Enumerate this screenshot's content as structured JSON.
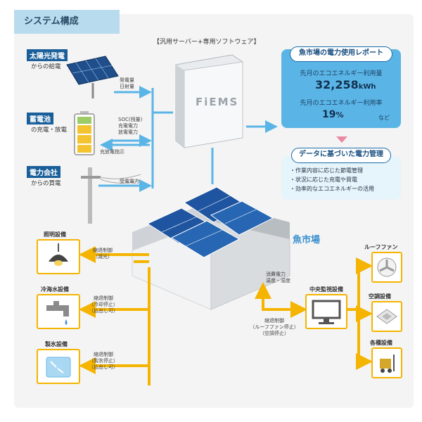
{
  "title": "システム構成",
  "server": {
    "caption": "【汎用サーバー+専用ソフトウェア】",
    "logo": "FiEMS"
  },
  "sources": {
    "solar": {
      "title": "太陽光発電",
      "subtitle": "からの給電",
      "flow_label": "発電量\n日射量"
    },
    "battery": {
      "title": "蓄電池",
      "subtitle": "の充電・放電",
      "flow_label": "SOC(残量)\n充電電力\n放電電力",
      "command_label": "充放電指示"
    },
    "grid": {
      "title": "電力会社",
      "subtitle": "からの買電",
      "flow_label": "受電電力"
    }
  },
  "report": {
    "title": "魚市場の電力使用レポート",
    "usage_label": "先月のエコエネルギー利用量",
    "usage_value": "32,258",
    "usage_unit": "kWh",
    "rate_label": "先月のエコエネルギー利用率",
    "rate_value": "19",
    "rate_unit": "%",
    "rate_suffix": "など"
  },
  "management": {
    "title": "データに基づいた電力管理",
    "items": [
      "・作業内容に応じた節電管理",
      "・状況に応じた充電や買電",
      "・効率的なエコエネルギーの活用"
    ]
  },
  "market_label": "魚市場",
  "facilities_left": [
    {
      "name": "照明設備",
      "control": "縮退制御\n（減光）",
      "icon": "lamp-icon"
    },
    {
      "name": "冷海水設備",
      "control": "縮退制御\n（冷却停止）\n（払出し可）",
      "icon": "faucet-icon"
    },
    {
      "name": "製氷設備",
      "control": "縮退制御\n（製氷停止）\n（払出し可）",
      "icon": "ice-icon"
    }
  ],
  "monitor": {
    "name": "中央監視設備",
    "upward_label": "消費電力\n温度・湿度",
    "control_label": "縮退制御\n（ルーフファン停止）\n（空調停止）"
  },
  "facilities_right": [
    {
      "name": "ルーフファン",
      "icon": "fan-icon"
    },
    {
      "name": "空調設備",
      "icon": "aircon-icon"
    },
    {
      "name": "各種設備",
      "icon": "forklift-icon"
    }
  ],
  "colors": {
    "accent_blue": "#1a5f9a",
    "flow_blue": "#5ab5e6",
    "flow_yellow": "#f4b400"
  }
}
